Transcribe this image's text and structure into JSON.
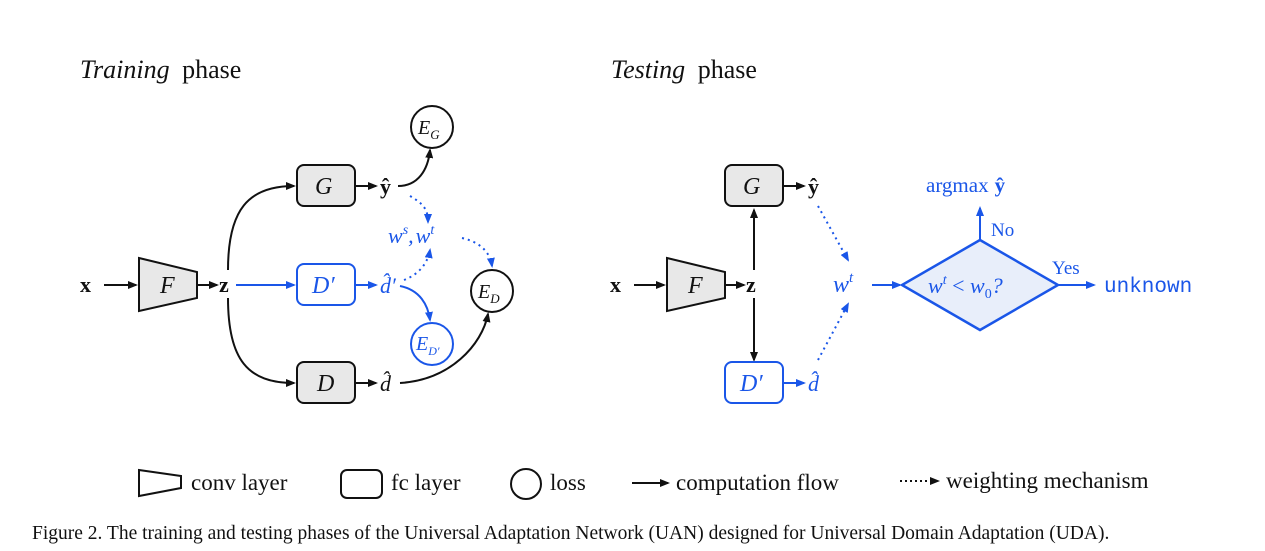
{
  "colors": {
    "blue": "#1a56e8",
    "black": "#111111",
    "box_fill": "#e8e8e8",
    "diamond_fill": "#e8eefa"
  },
  "training": {
    "title_italic": "Training",
    "title_rest": "phase",
    "input": "x",
    "F": "F",
    "z": "z",
    "G": "G",
    "Dprime": "D′",
    "D": "D",
    "y_hat": "ŷ",
    "dprime_hat": "d̂′",
    "d_hat": "d̂",
    "E_G": "E",
    "E_G_sub": "G",
    "E_D": "E",
    "E_D_sub": "D",
    "E_Dprime": "E",
    "E_Dprime_sub": "D′",
    "weights_ws": "w",
    "weights_ws_sup": "s",
    "weights_sep": ",",
    "weights_wt": "w",
    "weights_wt_sup": "t"
  },
  "testing": {
    "title_italic": "Testing",
    "title_rest": "phase",
    "input": "x",
    "F": "F",
    "z": "z",
    "G": "G",
    "Dprime": "D′",
    "y_hat": "ŷ",
    "d_hat": "d̂",
    "wt": "w",
    "wt_sup": "t",
    "decision_w": "w",
    "decision_w_sup": "t",
    "decision_lt": " < ",
    "decision_w0": "w",
    "decision_w0_sub": "0",
    "decision_q": "?",
    "no_label": "No",
    "yes_label": "Yes",
    "argmax": "argmax",
    "argmax_y": "ŷ",
    "unknown": "unknown"
  },
  "legend": {
    "conv": "conv layer",
    "fc": "fc layer",
    "loss": "loss",
    "flow": "computation flow",
    "weighting": "weighting mechanism"
  },
  "caption": "Figure 2. The training and testing phases of the Universal Adaptation Network (UAN) designed for Universal Domain Adaptation (UDA)."
}
